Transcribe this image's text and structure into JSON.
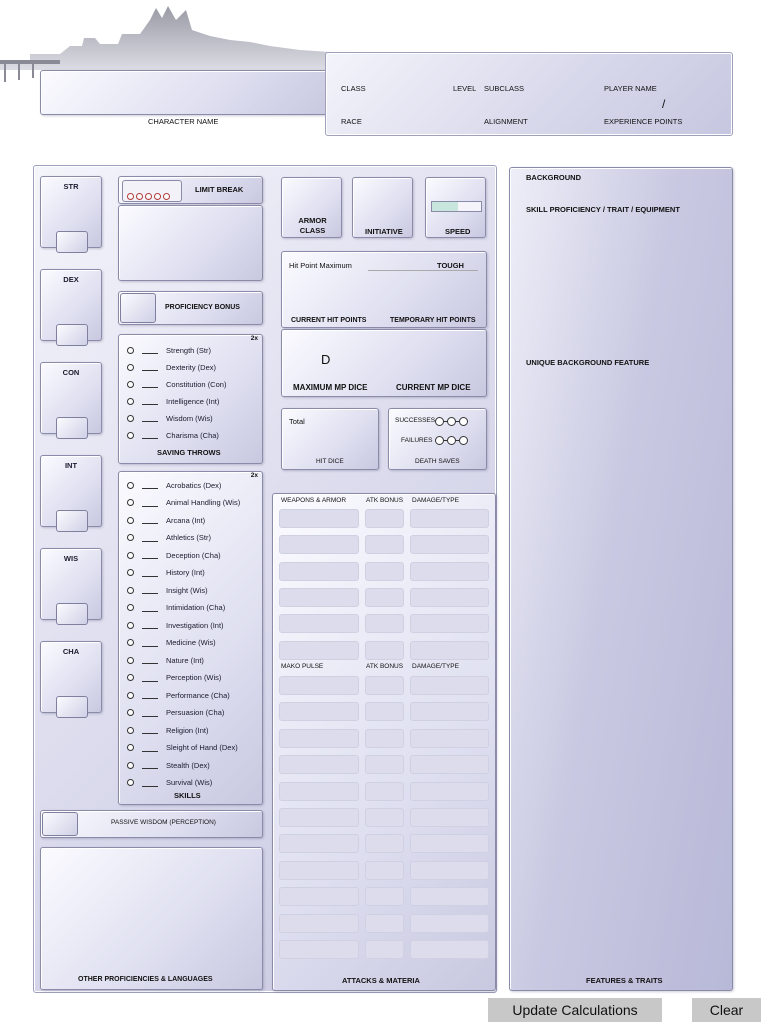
{
  "header": {
    "character_name_label": "CHARACTER NAME",
    "class_label": "CLASS",
    "level_label": "LEVEL",
    "subclass_label": "SUBCLASS",
    "player_name_label": "PLAYER NAME",
    "race_label": "RACE",
    "alignment_label": "ALIGNMENT",
    "experience_label": "EXPERIENCE POINTS",
    "experience_separator": "/"
  },
  "abilities": [
    "STR",
    "DEX",
    "CON",
    "INT",
    "WIS",
    "CHA"
  ],
  "limit_break": {
    "label": "LIMIT BREAK"
  },
  "proficiency_bonus": {
    "label": "PROFICIENCY BONUS"
  },
  "saving_throws": {
    "title": "SAVING THROWS",
    "multiplier": "2x",
    "items": [
      "Strength  (Str)",
      "Dexterity  (Dex)",
      "Constitution  (Con)",
      "Intelligence  (Int)",
      "Wisdom  (Wis)",
      "Charisma  (Cha)"
    ]
  },
  "skills": {
    "title": "SKILLS",
    "multiplier": "2x",
    "items": [
      "Acrobatics (Dex)",
      "Animal Handling (Wis)",
      "Arcana (Int)",
      "Athletics (Str)",
      "Deception (Cha)",
      "History (Int)",
      "Insight (Wis)",
      "Intimidation (Cha)",
      "Investigation (Int)",
      "Medicine (Wis)",
      "Nature (Int)",
      "Perception (Wis)",
      "Performance (Cha)",
      "Persuasion (Cha)",
      "Religion (Int)",
      "Sleight of Hand (Dex)",
      "Stealth (Dex)",
      "Survival (Wis)"
    ]
  },
  "passive_wisdom": {
    "label": "PASSIVE WISDOM (PERCEPTION)"
  },
  "other_proficiencies": {
    "label": "OTHER PROFICIENCIES & LANGUAGES"
  },
  "combat": {
    "armor_class": "ARMOR CLASS",
    "initiative": "INITIATIVE",
    "speed": "SPEED",
    "hp_max_label": "Hit Point Maximum",
    "tough_label": "TOUGH",
    "current_hp": "CURRENT HIT POINTS",
    "temp_hp": "TEMPORARY HIT POINTS",
    "mp_dice_value": "D",
    "max_mp_dice": "MAXIMUM MP DICE",
    "current_mp_dice": "CURRENT MP DICE",
    "hit_dice_total": "Total",
    "hit_dice": "HIT DICE",
    "successes": "SUCCESSES",
    "failures": "FAILURES",
    "death_saves": "DEATH SAVES"
  },
  "attacks": {
    "weapons_header": "WEAPONS & ARMOR",
    "atk_bonus_header": "ATK BONUS",
    "damage_header": "DAMAGE/TYPE",
    "mako_header": "MAKO PULSE",
    "footer": "ATTACKS & MATERIA"
  },
  "features": {
    "background": "BACKGROUND",
    "skill_prof": "SKILL PROFICIENCY / TRAIT / EQUIPMENT",
    "unique_feature": "UNIQUE BACKGROUND FEATURE",
    "footer": "FEATURES & TRAITS"
  },
  "buttons": {
    "update": "Update Calculations",
    "clear": "Clear"
  }
}
